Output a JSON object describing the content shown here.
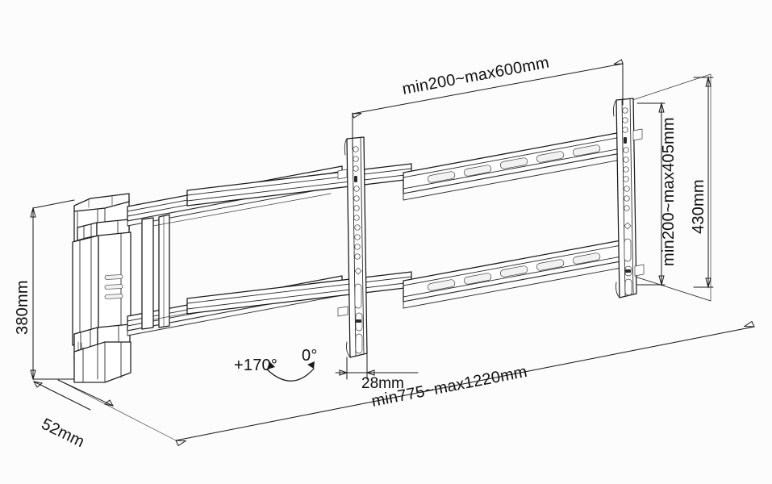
{
  "drawing": {
    "title": "TV wall mount full-motion bracket technical dimension drawing",
    "product": "swing-arm tv wall mount",
    "background_color": "#fcfcfc",
    "line_color": "#1a1a1a",
    "text_color": "#111111"
  },
  "dimensions": {
    "top_span": "min200~max600mm",
    "right_inner": "min200~max405mm",
    "right_outer": "430mm",
    "left_height": "380mm",
    "depth": "52mm",
    "plate_thickness": "28mm",
    "bottom_span": "min775~max1220mm"
  },
  "annotations": {
    "swivel_left": "+170°",
    "swivel_zero": "0°"
  },
  "icons": {
    "swivel_arrow": "curved-double-arrow-icon",
    "arrowhead": "arrowhead-icon"
  }
}
